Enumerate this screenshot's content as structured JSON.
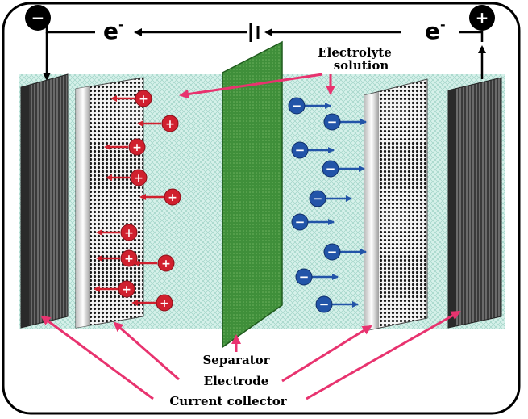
{
  "terminals": {
    "negative": "−",
    "positive": "+"
  },
  "electron": {
    "left": "e",
    "right": "e",
    "superscript": "-"
  },
  "labels": {
    "electrolyte_line1": "Electrolyte",
    "electrolyte_line2": "solution",
    "separator": "Separator",
    "electrode": "Electrode",
    "current_collector": "Current collector"
  },
  "ion_symbols": {
    "cation": "+",
    "anion": "−"
  },
  "colors": {
    "electrolyte": "#cfeee6",
    "separator": "#3f8f3a",
    "cation": "#d0202e",
    "anion": "#2254a8",
    "pointer": "#e8336f",
    "collector": "#555555"
  }
}
